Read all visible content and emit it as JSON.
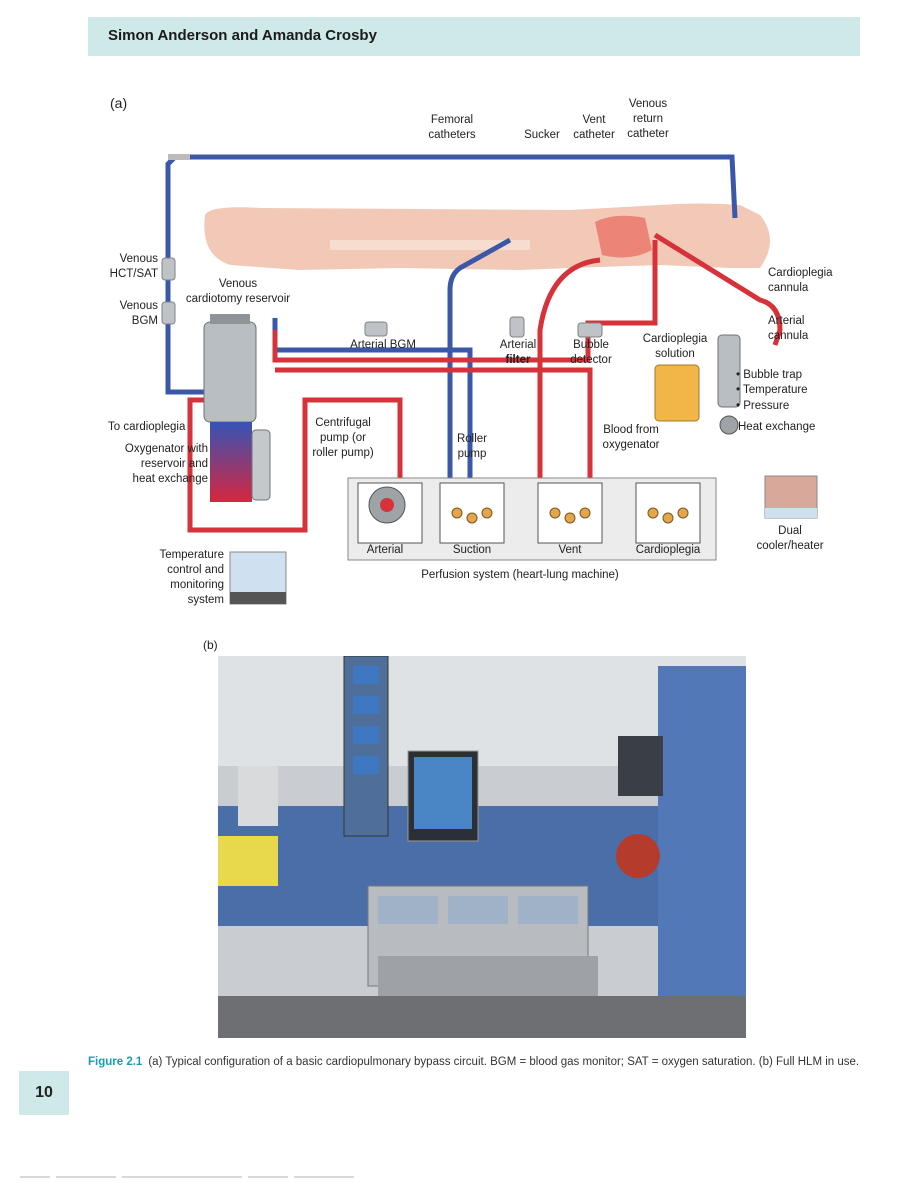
{
  "header": {
    "authors": "Simon Anderson and Amanda Crosby"
  },
  "panel_a": {
    "label": "(a)"
  },
  "panel_b": {
    "label": "(b)"
  },
  "diagram": {
    "femoral": [
      "Femoral",
      "catheters"
    ],
    "sucker": "Sucker",
    "vent_catheter": [
      "Vent",
      "catheter"
    ],
    "venous_return": [
      "Venous",
      "return",
      "catheter"
    ],
    "venous_hct": [
      "Venous",
      "HCT/SAT"
    ],
    "venous_bgm": [
      "Venous",
      "BGM"
    ],
    "reservoir": [
      "Venous",
      "cardiotomy reservoir"
    ],
    "arterial_bgm": "Arterial BGM",
    "arterial_filter": [
      "Arterial",
      "filter"
    ],
    "bubble_detector": [
      "Bubble",
      "detector"
    ],
    "cardioplegia_cannula": [
      "Cardioplegia",
      "cannula"
    ],
    "arterial_cannula": [
      "Arterial",
      "cannula"
    ],
    "cardioplegia_solution": [
      "Cardioplegia",
      "solution"
    ],
    "bubble_trap": [
      "• Bubble trap",
      "• Temperature",
      "• Pressure"
    ],
    "heat_exchange": "Heat exchange",
    "to_cardioplegia": "To cardioplegia",
    "oxygenator": [
      "Oxygenator with",
      "reservoir and",
      "heat exchange"
    ],
    "centrifugal": [
      "Centrifugal",
      "pump (or",
      "roller pump)"
    ],
    "roller_pump": [
      "Roller",
      "pump"
    ],
    "blood_from_oxygenator": [
      "Blood from",
      "oxygenator"
    ],
    "pump_labels": [
      "Arterial",
      "Suction",
      "Vent",
      "Cardioplegia"
    ],
    "perfusion_system": "Perfusion system (heart-lung machine)",
    "temperature_control": [
      "Temperature",
      "control and",
      "monitoring",
      "system"
    ],
    "dual_cooler": [
      "Dual",
      "cooler/heater"
    ]
  },
  "caption": {
    "figure": "Figure 2.1",
    "text": "(a) Typical configuration of a basic cardiopulmonary bypass circuit. BGM = blood gas monitor; SAT = oxygen saturation. (b) Full HLM in use."
  },
  "page_number": "10",
  "colors": {
    "header_bg": "#cfe8e8",
    "venous_blue": "#3a57a8",
    "arterial_red": "#d6323a",
    "caption_accent": "#1c9bb0"
  }
}
